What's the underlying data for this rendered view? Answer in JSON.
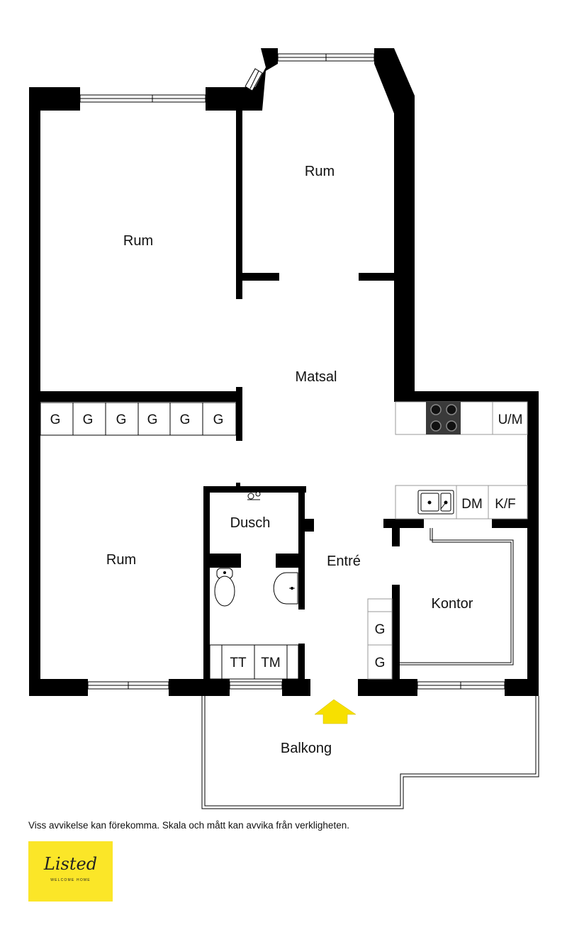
{
  "rooms": {
    "rum_top_left": "Rum",
    "rum_top_center": "Rum",
    "matsal": "Matsal",
    "rum_bottom_left": "Rum",
    "dusch": "Dusch",
    "entre": "Entré",
    "kontor": "Kontor",
    "balkong": "Balkong"
  },
  "fixtures": {
    "wardrobes_row": [
      "G",
      "G",
      "G",
      "G",
      "G",
      "G"
    ],
    "wardrobes_hall": [
      "G",
      "G"
    ],
    "kitchen_um": "U/M",
    "kitchen_dm": "DM",
    "kitchen_kf": "K/F",
    "laundry_tt": "TT",
    "laundry_tm": "TM"
  },
  "icons": {
    "entrance": "entrance-arrow-icon",
    "stove": "stove-icon",
    "sink": "kitchen-sink-icon",
    "toilet": "toilet-icon",
    "washbasin": "washbasin-icon",
    "shower": "shower-icon"
  },
  "colors": {
    "wall": "#000000",
    "entrance_arrow": "#f7e000",
    "logo_background": "#fbe628"
  },
  "footer": {
    "disclaimer": "Viss avvikelse kan förekomma. Skala och mått kan avvika från verkligheten.",
    "logo_word": "Listed",
    "logo_tagline": "WELCOME HOME"
  }
}
